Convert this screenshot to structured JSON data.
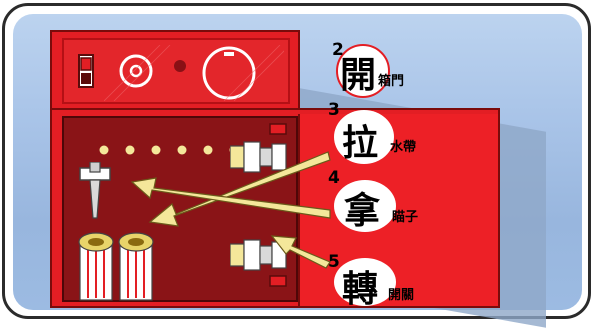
{
  "steps": [
    {
      "num": "2",
      "char": "開",
      "sub": "箱門"
    },
    {
      "num": "3",
      "char": "拉",
      "sub": "水帶"
    },
    {
      "num": "4",
      "char": "拿",
      "sub": "瞄子"
    },
    {
      "num": "5",
      "char": "轉",
      "sub": "開關"
    }
  ],
  "colors": {
    "cabinet_red": "#e31e24",
    "arrow_yellow": "#f4e79a",
    "background_blue": "#a9c4e8"
  },
  "icons": [
    "switch-icon",
    "alarm-bell-icon",
    "indicator-light-icon",
    "hose-reel-icon",
    "valve-icon",
    "nozzle-icon"
  ]
}
